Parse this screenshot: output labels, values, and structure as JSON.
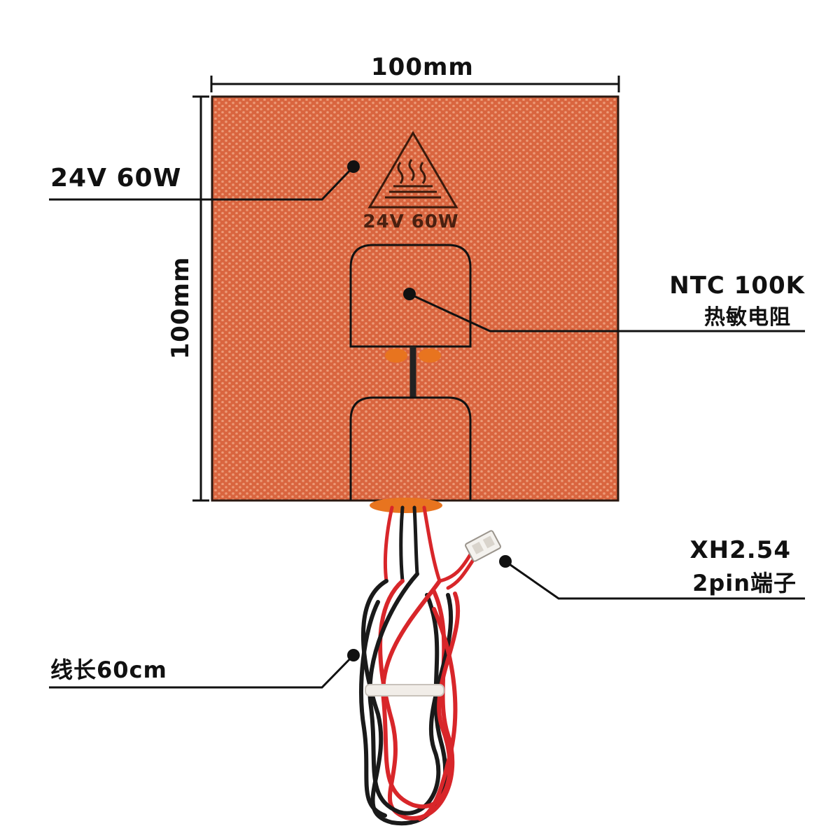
{
  "dimensions": {
    "width_label": "100mm",
    "height_label": "100mm"
  },
  "pad": {
    "printed_rating": "24V 60W",
    "warning_icon": "hot-surface-warning-icon"
  },
  "callouts": {
    "power": "24V 60W",
    "thermistor_line1": "NTC 100K",
    "thermistor_line2": "热敏电阻",
    "connector_line1": "XH2.54",
    "connector_line2": "2pin端子",
    "wire_length": "线长60cm"
  },
  "colors": {
    "pad": "#d9653f",
    "pad_dots": "#e98f6a",
    "wire_red": "#d8262a",
    "wire_black": "#1a1a1a",
    "lines": "#111111"
  }
}
